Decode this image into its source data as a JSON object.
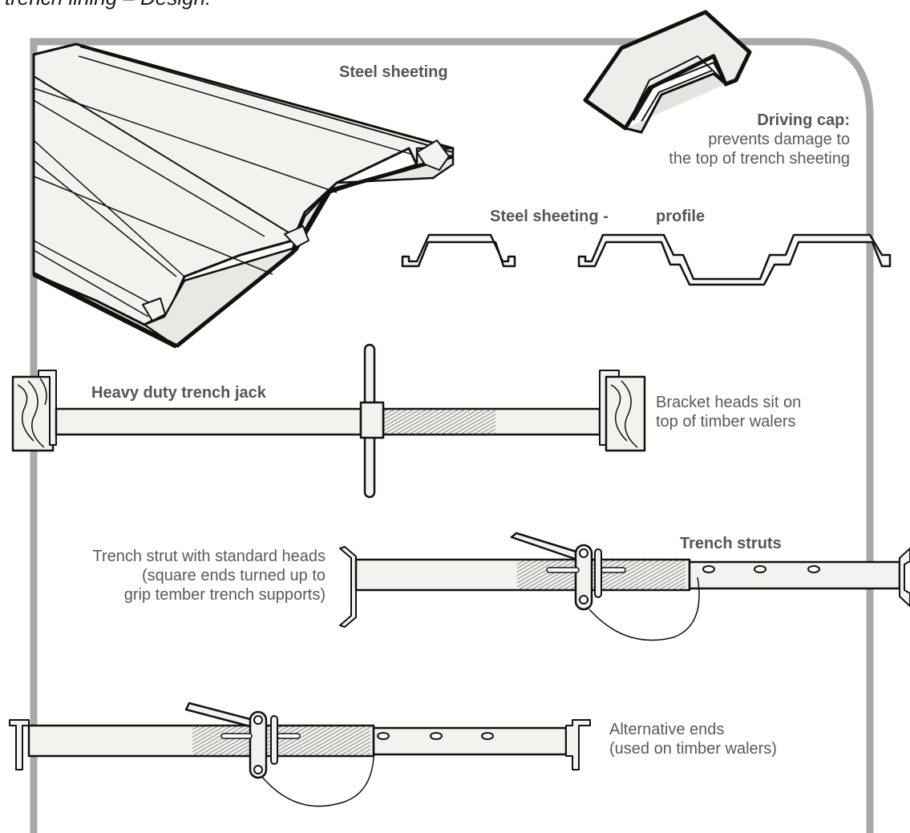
{
  "title": "trench lining – Design:",
  "labels": {
    "steel_sheeting": "Steel sheeting",
    "driving_cap_title": "Driving cap:",
    "driving_cap_line1": "prevents damage to",
    "driving_cap_line2": "the top of trench sheeting",
    "profile_part1": "Steel sheeting -",
    "profile_part2": "profile",
    "trench_jack": "Heavy duty trench jack",
    "bracket_line1": "Bracket heads sit on",
    "bracket_line2": "top of timber walers",
    "strut_std_line1": "Trench strut with standard heads",
    "strut_std_line2": "(square ends turned up to",
    "strut_std_line3": "grip tember trench supports)",
    "trench_struts": "Trench struts",
    "alt_line1": "Alternative ends",
    "alt_line2": "(used on timber walers)"
  },
  "colors": {
    "frame": "#a9a9a9",
    "fill": "#f2f2ee",
    "ink": "#111111",
    "text": "#595959"
  }
}
